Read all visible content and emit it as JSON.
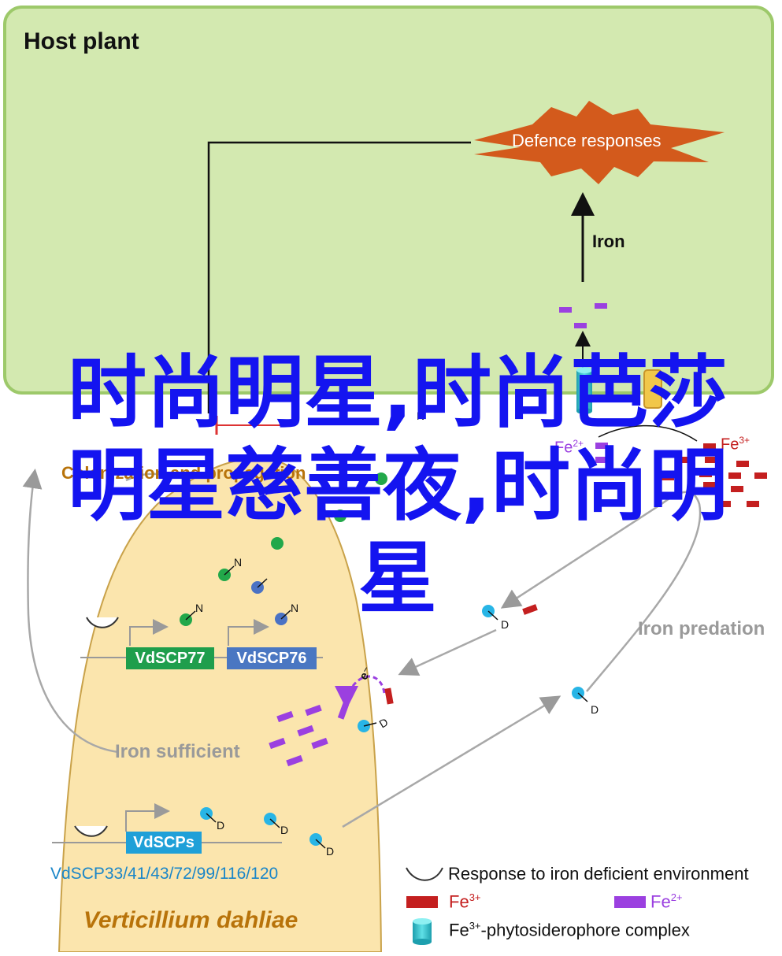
{
  "host": {
    "title": "Host plant",
    "defence": "Defence responses",
    "iron": "Iron",
    "n_label": "N"
  },
  "pathogen": {
    "colonization": "Colonization and propagation",
    "genes": {
      "scp77": "VdSCP77",
      "scp76": "VdSCP76",
      "scps": "VdSCPs"
    },
    "gene_list": "VdSCP33/41/43/72/99/116/120",
    "organism": "Verticillium dahliae"
  },
  "labels": {
    "iron_sufficient": "Iron sufficient",
    "iron_predation": "Iron predation",
    "electron": "e⁻",
    "d": "D",
    "n": "N"
  },
  "ions": {
    "fe2_base": "Fe",
    "fe2_sup": "2+",
    "fe3_base": "Fe",
    "fe3_sup": "3+"
  },
  "legend": {
    "response": "Response to iron deficient environment",
    "fe3_base": "Fe",
    "fe3_sup": "3+",
    "fe2_base": "Fe",
    "fe2_sup": "2+",
    "complex_base": "Fe",
    "complex_sup": "3+",
    "complex_rest": "-phytosiderophore complex"
  },
  "overlay_text": "时尚明星,时尚芭莎明星慈善夜,时尚明星",
  "colors": {
    "host_fill": "#d3e9b0",
    "host_border": "#9dc96a",
    "pathogen_fill": "#fbe5ad",
    "defence_fill": "#d35a1c",
    "fe3": "#c41f1f",
    "fe2": "#9b40e0",
    "siderophore": "#28b5e6",
    "n_protein": "#22a84a",
    "blue_protein": "#4a72c4",
    "scp77_box": "#1f9e4c",
    "scp76_box": "#4a77c2",
    "scps_box": "#1fa0d8",
    "overlay": "#1414f0"
  }
}
